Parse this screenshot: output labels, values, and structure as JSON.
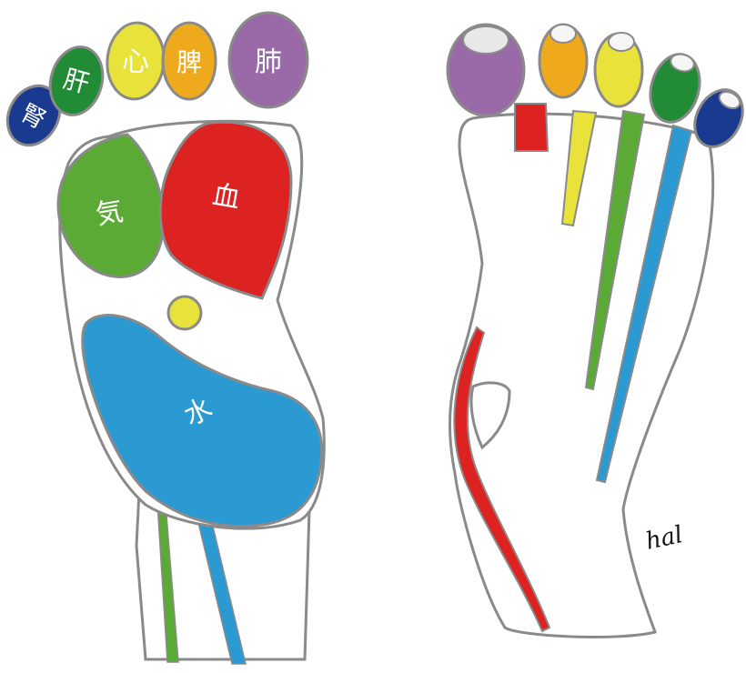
{
  "toes": {
    "kidney": "腎",
    "liver": "肝",
    "heart": "心",
    "spleen": "脾",
    "lung": "肺"
  },
  "zones": {
    "qi": "気",
    "blood": "血",
    "water": "水"
  },
  "signature": "hal",
  "colors": {
    "kidney": "#1a3a8f",
    "liver": "#228b35",
    "heart": "#e8e23a",
    "spleen": "#eeaa1c",
    "lung": "#9a6aa8",
    "qi": "#5aaa35",
    "blood": "#dd2222",
    "water": "#2b99d2",
    "outline": "#8a8a8a"
  }
}
